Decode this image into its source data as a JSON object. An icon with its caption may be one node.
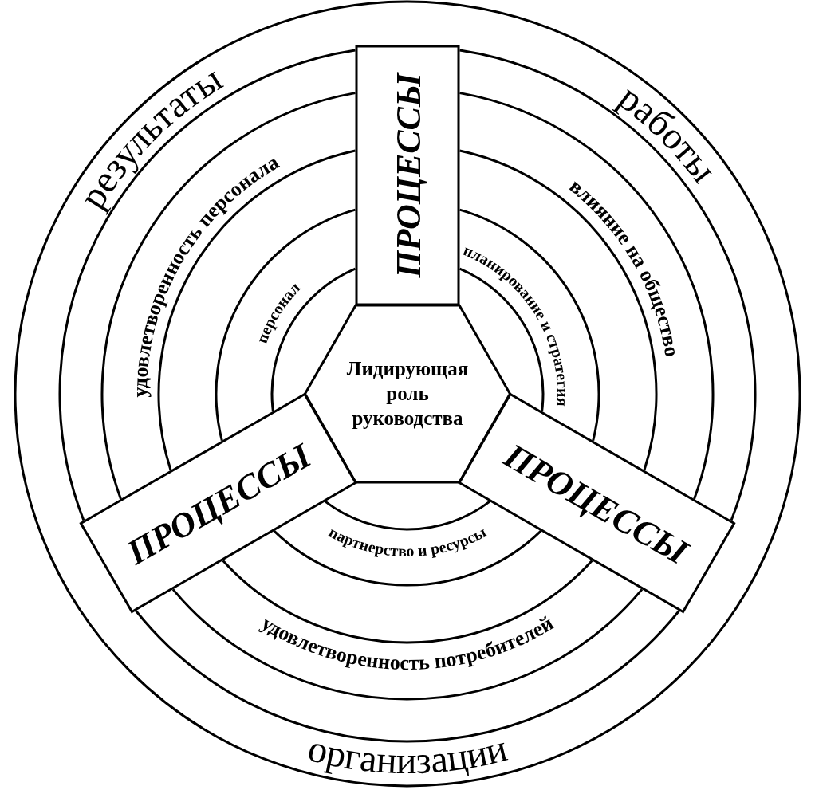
{
  "diagram": {
    "nodes": [
      {
        "text": [
          "результаты",
          "работы",
          "организации"
        ]
      },
      {
        "text": [
          "удовлетворенность персонала",
          "влияние на общество",
          "удовлетворенность потребителей"
        ]
      },
      {
        "text": [
          "персонал",
          "планирование и стратегия",
          "партнерство и ресурсы"
        ]
      },
      {
        "text": [
          "ПРОЦЕССЫ"
        ]
      },
      {
        "text": [
          "Лидирующая роль руководства"
        ]
      },
      {
        "text": [
          "ПРОЦЕССЫ"
        ]
      },
      {
        "text": [
          "ПРОЦЕССЫ"
        ]
      }
    ]
  }
}
